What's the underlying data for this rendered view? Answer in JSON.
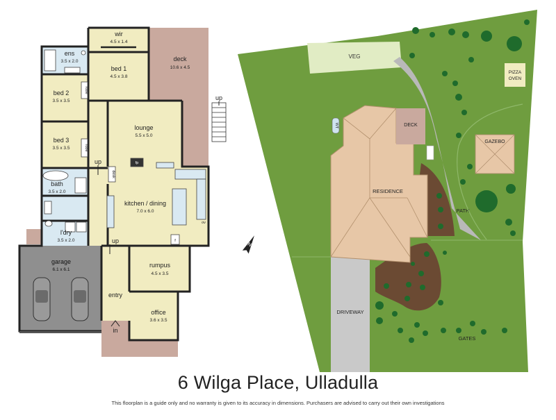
{
  "title": "6 Wilga Place, Ulladulla",
  "disclaimer": "This floorplan is a guide only and no warranty is given to its accuracy in dimensions. Purchasers are advised to carry out their own investigations",
  "rooms": {
    "wir": {
      "name": "wir",
      "dims": "4.5 x 1.4"
    },
    "ens": {
      "name": "ens",
      "dims": "3.5 x 2.0"
    },
    "bed1": {
      "name": "bed 1",
      "dims": "4.5 x 3.8"
    },
    "deck": {
      "name": "deck",
      "dims": "10.6 x 4.5"
    },
    "bed2": {
      "name": "bed 2",
      "dims": "3.5 x 3.5"
    },
    "bed3": {
      "name": "bed 3",
      "dims": "3.5 x 3.5"
    },
    "lounge": {
      "name": "lounge",
      "dims": "5.5 x 5.0"
    },
    "bath": {
      "name": "bath",
      "dims": "3.5 x 2.0"
    },
    "kitchen": {
      "name": "kitchen / dining",
      "dims": "7.0 x 6.0"
    },
    "ldry": {
      "name": "l'dry",
      "dims": "3.5 x 2.0"
    },
    "garage": {
      "name": "garage",
      "dims": "6.1 x 6.1"
    },
    "rumpus": {
      "name": "rumpus",
      "dims": "4.5 x 3.5"
    },
    "entry": {
      "name": "entry",
      "dims": ""
    },
    "office": {
      "name": "office",
      "dims": "3.6 x 3.5"
    }
  },
  "fixtures": {
    "robe": "robe",
    "fp": "fp",
    "desk": "desk",
    "ov": "ov",
    "fridge": "f"
  },
  "markers": {
    "up": "up",
    "in": "in"
  },
  "site": {
    "veg": "VEG",
    "pizza_line1": "PIZZA",
    "pizza_line2": "OVEN",
    "wt": "WT",
    "deck": "DECK",
    "gazebo": "GAZEBO",
    "residence": "RESIDENCE",
    "path": "PATH",
    "driveway": "DRIVEWAY",
    "gates": "GATES",
    "north": "N"
  },
  "colors": {
    "room_fill": "#f1ecc1",
    "wet_fill": "#d9e9f2",
    "garage_fill": "#8f8f8f",
    "deck_fill": "#c9a99e",
    "wall": "#222222",
    "lawn": "#6f9d3f",
    "tree": "#1f6b2c",
    "veg_fill": "#e1ecc4",
    "roof": "#e7c7a7",
    "garden_bed": "#6b4a33",
    "driveway": "#c9c9c9"
  }
}
